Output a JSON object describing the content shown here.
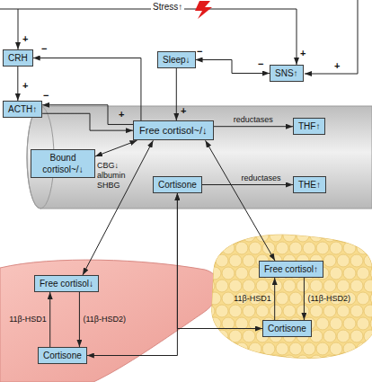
{
  "diagram": {
    "nodes": [
      {
        "text": [
          "CRH"
        ]
      },
      {
        "text": [
          "Sleep↓"
        ]
      },
      {
        "text": [
          "SNS↑"
        ]
      },
      {
        "text": [
          "ACTH↑"
        ]
      },
      {
        "text": [
          "Free cortisol~/↓"
        ]
      },
      {
        "text": [
          "Bound cortisol~/↓"
        ]
      },
      {
        "text": [
          "THF↑"
        ]
      },
      {
        "text": [
          "Cortisone"
        ]
      },
      {
        "text": [
          "THE↑"
        ]
      },
      {
        "text": [
          "Free cortisol↓"
        ]
      },
      {
        "text": [
          "Cortisone"
        ]
      },
      {
        "text": [
          "Free cortisol↑"
        ]
      },
      {
        "text": [
          "Cortisone"
        ]
      }
    ],
    "edges": [
      {
        "from": 0,
        "to": 3,
        "arrow": "to"
      },
      {
        "from": 3,
        "to": 4,
        "arrow": "to"
      },
      {
        "from": 4,
        "to": 0,
        "arrow": "to"
      },
      {
        "from": 4,
        "to": 3,
        "arrow": "to"
      },
      {
        "from": 1,
        "to": 4,
        "arrow": "to"
      },
      {
        "from": 1,
        "to": 2,
        "arrow": "both"
      },
      {
        "from": 5,
        "to": 4,
        "arrow": "both"
      },
      {
        "from": 4,
        "to": 6,
        "label": "reductases",
        "arrow": "to"
      },
      {
        "from": 7,
        "to": 8,
        "label": "reductases",
        "arrow": "to"
      },
      {
        "from": 4,
        "to": 9,
        "arrow": "both"
      },
      {
        "from": 4,
        "to": 11,
        "arrow": "both"
      },
      {
        "from": 7,
        "to": 10,
        "arrow": "both"
      },
      {
        "from": 7,
        "to": 12,
        "arrow": "both"
      },
      {
        "from": 10,
        "to": 9,
        "label": "11β-HSD1",
        "arrow": "to"
      },
      {
        "from": 9,
        "to": 10,
        "label": "(11β-HSD2)",
        "arrow": "to"
      },
      {
        "from": 12,
        "to": 11,
        "label": "11β-HSD1",
        "arrow": "to"
      },
      {
        "from": 11,
        "to": 12,
        "label": "(11β-HSD2)",
        "arrow": "to"
      }
    ],
    "labels": [
      "Stress↑",
      "CBG↓",
      "albumin",
      "SHBG",
      "+",
      "+",
      "−",
      "−",
      "+",
      "+",
      "−",
      "−",
      "+",
      "+"
    ]
  }
}
